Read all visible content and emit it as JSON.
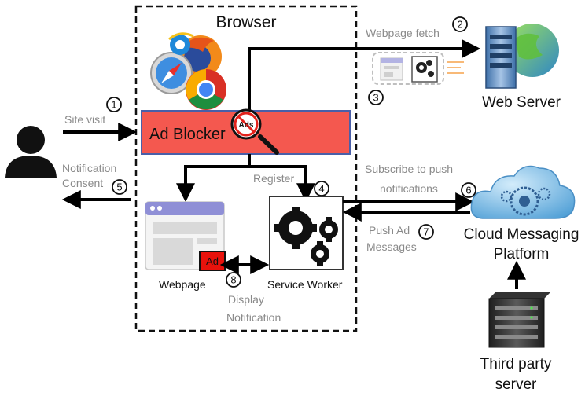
{
  "browser": {
    "title": "Browser"
  },
  "ad_blocker": {
    "label": "Ad Blocker",
    "icon_text": "Ads"
  },
  "user": {
    "icon": "user-icon"
  },
  "webpage": {
    "label": "Webpage",
    "ad_badge": "Ad"
  },
  "service_worker": {
    "label": "Service Worker"
  },
  "web_server": {
    "label": "Web Server"
  },
  "cloud_platform": {
    "label_line1": "Cloud Messaging",
    "label_line2": "Platform"
  },
  "third_party": {
    "label_line1": "Third party",
    "label_line2": "server"
  },
  "steps": {
    "site_visit": "Site visit",
    "notification_consent_line1": "Notification",
    "notification_consent_line2": "Consent",
    "webpage_fetch": "Webpage fetch",
    "register": "Register",
    "subscribe_line1": "Subscribe to push",
    "subscribe_line2": "notifications",
    "push_ad_line1": "Push Ad",
    "push_ad_line2": "Messages",
    "display_line1": "Display",
    "display_line2": "Notification"
  },
  "step_numbers": [
    "1",
    "2",
    "3",
    "4",
    "5",
    "6",
    "7",
    "8"
  ],
  "colors": {
    "ad_blocker_fill": "#f4584f",
    "ad_blocker_border": "#4a5fa8",
    "ad_badge_fill": "#e8120c",
    "cloud_blue": "#5aa7dc",
    "webpage_bar": "#8f8fd6"
  }
}
